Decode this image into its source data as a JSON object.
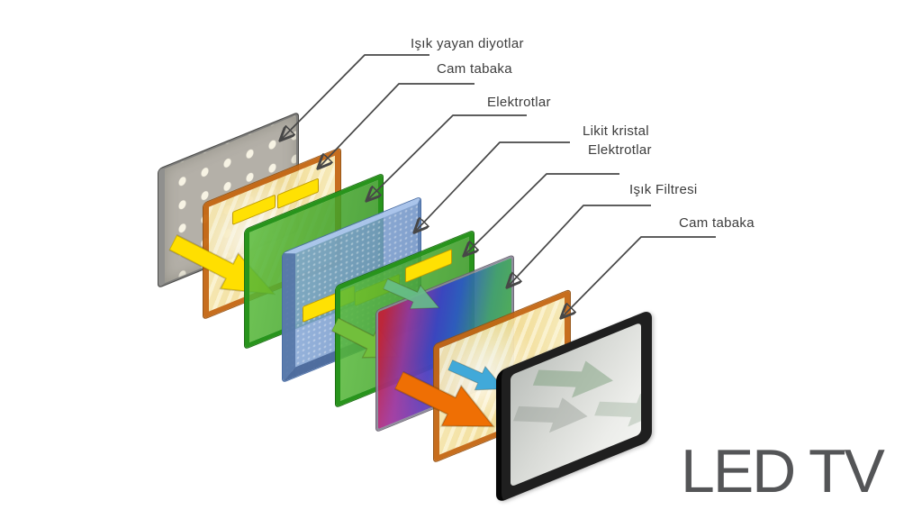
{
  "title": {
    "text": "LED TV",
    "color": "#545557"
  },
  "background_color": "#ffffff",
  "labels": [
    {
      "id": "leds",
      "text": "Işık yayan diyotlar"
    },
    {
      "id": "glass-front",
      "text": "Cam tabaka"
    },
    {
      "id": "electrodes-front",
      "text": "Elektrotlar"
    },
    {
      "id": "liquid-crystal",
      "text": "Likit kristal"
    },
    {
      "id": "electrodes-back",
      "text": "Elektrotlar"
    },
    {
      "id": "light-filter",
      "text": "Işık Filtresi"
    },
    {
      "id": "glass-back",
      "text": "Cam tabaka"
    }
  ],
  "layers": [
    {
      "name": "led-panel",
      "label": "Işık yayan diyotlar",
      "color": "#b4b0a8"
    },
    {
      "name": "glass-layer-front",
      "label": "Cam tabaka",
      "color": "#c56712"
    },
    {
      "name": "electrode-layer-front",
      "label": "Elektrotlar",
      "color": "#38a02a"
    },
    {
      "name": "liquid-crystal-layer",
      "label": "Likit kristal",
      "color": "#7d9fd2"
    },
    {
      "name": "electrode-layer-back",
      "label": "Elektrotlar",
      "color": "#38a02a"
    },
    {
      "name": "light-filter-layer",
      "label": "Işık Filtresi",
      "color": "#c2203a"
    },
    {
      "name": "glass-layer-back",
      "label": "Cam tabaka",
      "color": "#c56712"
    },
    {
      "name": "tv-frame",
      "label": "LED TV",
      "color": "#1f1f1f"
    }
  ],
  "beam_colors": {
    "led_light": "#ffdf00",
    "polarized": "#72bf3c",
    "filtered_blue": "#41a9d9",
    "output": "#ef6f04"
  },
  "leader_line_color": "#474747"
}
